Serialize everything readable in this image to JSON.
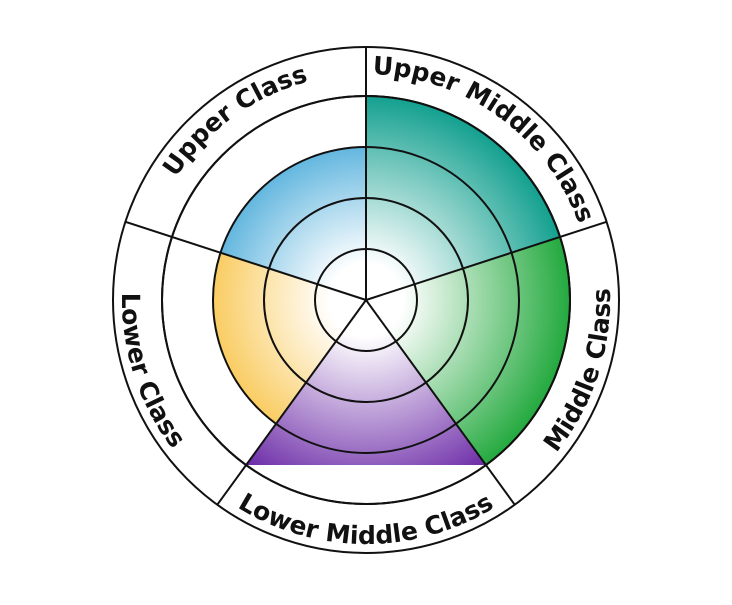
{
  "diagram": {
    "segments": [
      {
        "label": "Upper Class",
        "color": "#1b95d0",
        "level": 3
      },
      {
        "label": "Upper Middle Class",
        "color": "#13a08f",
        "level": 4
      },
      {
        "label": "Middle Class",
        "color": "#23a93e",
        "level": 4
      },
      {
        "label": "Lower Middle Class",
        "color": "#6b2aa7",
        "level": 4
      },
      {
        "label": "Lower Class",
        "color": "#f7b51a",
        "level": 3
      }
    ],
    "ring_levels": 5
  }
}
